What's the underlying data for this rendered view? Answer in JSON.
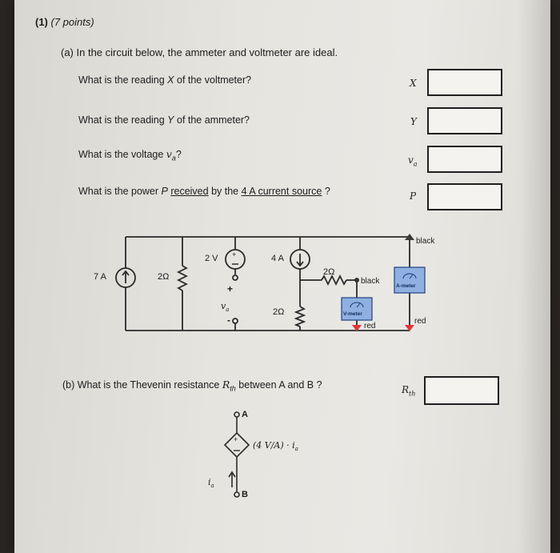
{
  "header": {
    "number": "(1)",
    "points": "(7 points)"
  },
  "part_a": {
    "intro": "(a) In the circuit below, the ammeter and voltmeter are ideal.",
    "questions": [
      {
        "pre": "What is the reading ",
        "var": "X",
        "post": " of the voltmeter?",
        "answer_label": "X"
      },
      {
        "pre": "What is the reading ",
        "var": "Y",
        "post": " of the ammeter?",
        "answer_label": "Y"
      },
      {
        "pre": "What is the voltage ",
        "var": "v",
        "sub": "a",
        "post": "?",
        "answer_label": "v",
        "answer_sub": "a"
      },
      {
        "pre": "What is the power ",
        "var": "P",
        "mid": " ",
        "underline1": "received",
        "mid2": " by the ",
        "underline2": "4 A current source",
        "post": " ?",
        "answer_label": "P"
      }
    ]
  },
  "circuit_a": {
    "source_7a": "7 A",
    "r1": "2Ω",
    "source_2v": "2 V",
    "va_label": "v",
    "va_sub": "a",
    "plus": "+",
    "minus": "-",
    "source_4a": "4 A",
    "r2": "2Ω",
    "r3": "2Ω",
    "voltmeter": {
      "label": "V-meter",
      "black": "black",
      "red": "red"
    },
    "ammeter": {
      "label": "A-meter",
      "black": "black",
      "red": "red"
    },
    "colors": {
      "meter_blue": "#8fb0e0",
      "meter_border": "#2b4a8a",
      "probe_red": "#e0353a"
    }
  },
  "part_b": {
    "question": "(b) What is the Thevenin resistance ",
    "var": "R",
    "sub": "th",
    "post": " between A and B ?",
    "answer_label": "R",
    "answer_sub": "th"
  },
  "circuit_b": {
    "node_a": "A",
    "node_b": "B",
    "dep_source": "(4 V/A) · i",
    "dep_sub": "a",
    "current_label": "i",
    "current_sub": "a"
  }
}
